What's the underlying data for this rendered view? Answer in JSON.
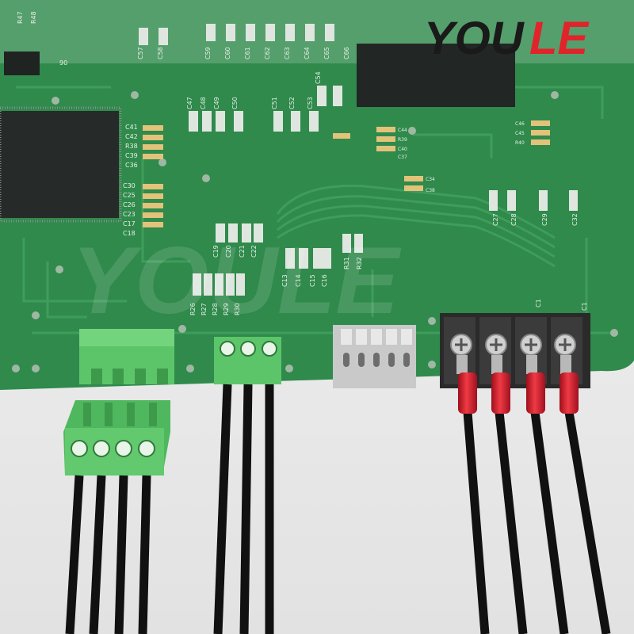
{
  "brand": {
    "logo_text": "YOULE",
    "logo_part_black": "YOU",
    "logo_part_red": "LE",
    "black": "#1a1a1a",
    "red": "#e0242a"
  },
  "colors": {
    "pcb": "#2f8a4c",
    "pcb_dark": "#236b3a",
    "connector_green": "#5cc56a",
    "terminal_gray": "#c9c9c9",
    "barrier_black": "#2a2a2a",
    "ferrule_red": "#d7192a",
    "wire": "#111111",
    "background": "#e9e9e9"
  },
  "silkscreen": {
    "top_row": [
      "C57",
      "C58",
      "C59",
      "C60",
      "C61",
      "C62",
      "C63",
      "C64",
      "C65",
      "C66"
    ],
    "left_column_a": [
      "C41",
      "C42",
      "R38",
      "C39",
      "C36"
    ],
    "left_column_b": [
      "C30",
      "C25",
      "C26",
      "C23",
      "C17",
      "C18"
    ],
    "resistor_row": [
      "R26",
      "R27",
      "R28",
      "R29",
      "R30"
    ],
    "cap_row": [
      "C13",
      "C14",
      "C15",
      "C16"
    ],
    "mid_row": [
      "C19",
      "C20",
      "C21",
      "C22"
    ],
    "r_pair": [
      "R31",
      "R32"
    ],
    "upper_mid": [
      "C47",
      "C48",
      "C49",
      "C50",
      "C51",
      "C52",
      "C53",
      "C54"
    ],
    "right_group": [
      "C44",
      "R39",
      "C40",
      "C37",
      "C34",
      "C38",
      "C46",
      "C45",
      "R40"
    ],
    "top_left": [
      "R47",
      "R48",
      "90"
    ],
    "right_caps": [
      "C27",
      "C28",
      "C29",
      "C32"
    ],
    "barrier_labels": [
      "C1",
      "C1"
    ]
  }
}
